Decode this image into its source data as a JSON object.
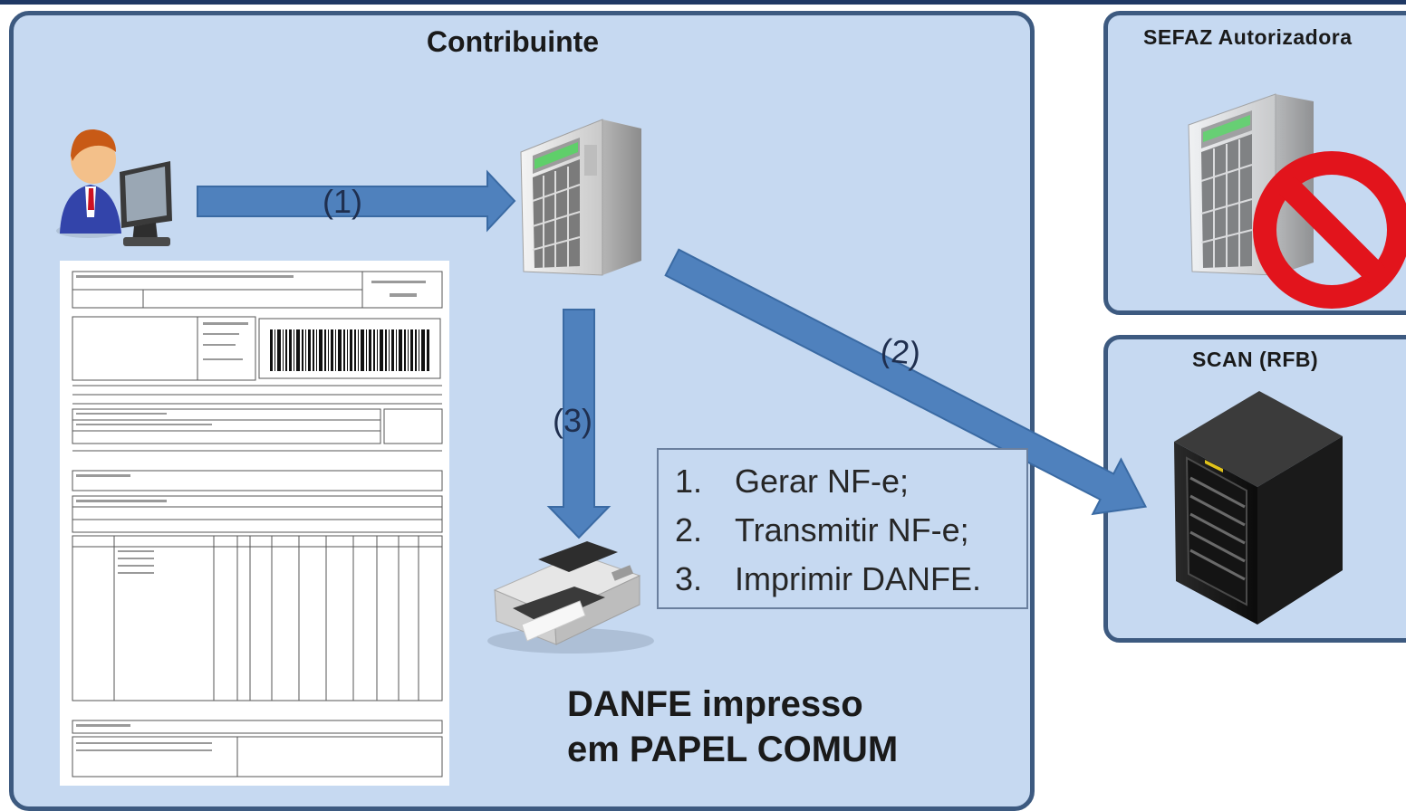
{
  "main_panel": {
    "title": "Contribuinte"
  },
  "sefaz_panel": {
    "title": "SEFAZ Autorizadora"
  },
  "scan_panel": {
    "title": "SCAN (RFB)"
  },
  "arrows": [
    {
      "label": "(1)"
    },
    {
      "label": "(2)"
    },
    {
      "label": "(3)"
    }
  ],
  "steps": [
    {
      "number": "1.",
      "text": "Gerar NF-e;"
    },
    {
      "number": "2.",
      "text": "Transmitir NF-e;"
    },
    {
      "number": "3.",
      "text": "Imprimir DANFE."
    }
  ],
  "caption": {
    "line1": "DANFE impresso",
    "line2": "em PAPEL COMUM"
  },
  "icons": [
    "user-at-computer-icon",
    "server-icon",
    "printer-icon",
    "danfe-document-icon",
    "prohibited-icon",
    "black-server-rack-icon"
  ],
  "colors": {
    "panel": "#c6d9f1",
    "border": "#3d5a80",
    "arrow": "#4f81bd",
    "prohibit": "#e2141c"
  }
}
